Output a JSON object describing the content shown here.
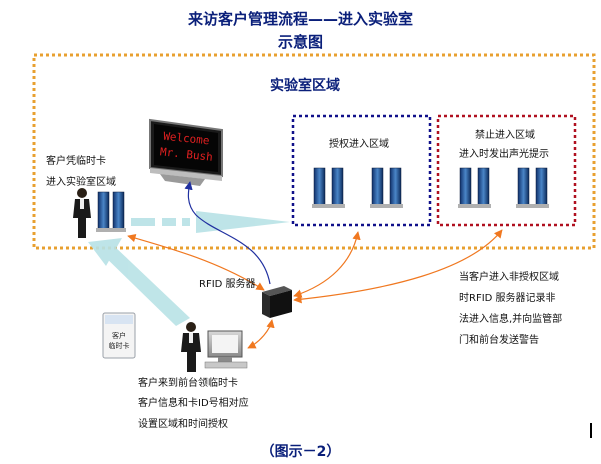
{
  "title": {
    "line1": "来访客户管理流程——进入实验室",
    "line2": "示意图"
  },
  "lab_area": {
    "title": "实验室区域"
  },
  "display_sign": {
    "text_line1": "Welcome",
    "text_line2": "Mr. Bush"
  },
  "authorized_zone": {
    "label": "授权进入区域"
  },
  "forbidden_zone": {
    "label_line1": "禁止进入区域",
    "label_line2": "进入时发出声光提示"
  },
  "visitor_entry": {
    "line1": "客户凭临时卡",
    "line2": "进入实验室区域"
  },
  "server": {
    "label": "RFID  服务器"
  },
  "alert_note": {
    "line1": "当客户进入非授权区域",
    "line2": "时RFID  服务器记录非",
    "line3": "法进入信息,并向监管部",
    "line4": "门和前台发送警告"
  },
  "temp_card": {
    "line1": "客户",
    "line2": "临时卡"
  },
  "front_desk_note": {
    "line1": "客户来到前台领临时卡",
    "line2": "客户信息和卡ID号相对应",
    "line3": "设置区域和时间授权"
  },
  "caption": "（图示－2）",
  "colors": {
    "title": "#0a1f7a",
    "lab_border": "#e8a030",
    "authorized_border": "#10108a",
    "forbidden_border": "#b01020",
    "orange_arrow": "#f07820",
    "blue_arrow": "#2030a0",
    "cyan_path": "#b8e2e6",
    "led_text": "#e02020"
  }
}
